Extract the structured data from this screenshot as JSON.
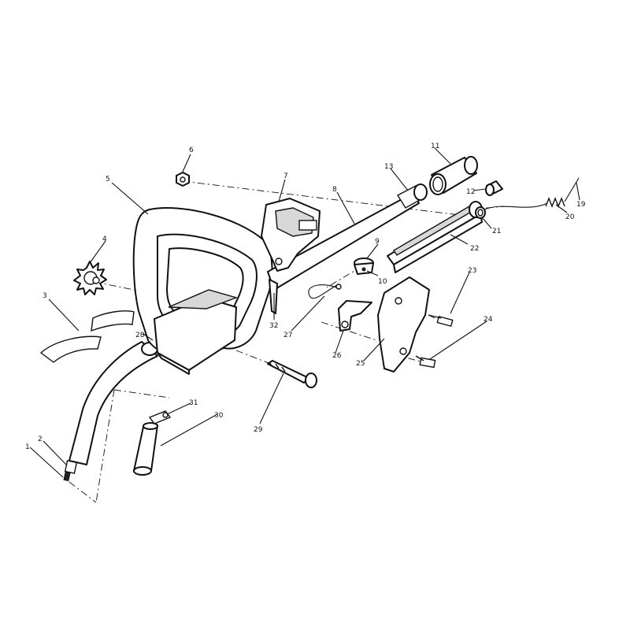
{
  "callouts": [
    {
      "id": "c1",
      "text": "1"
    },
    {
      "id": "c2",
      "text": "2"
    },
    {
      "id": "c3",
      "text": "3"
    },
    {
      "id": "c4",
      "text": "4"
    },
    {
      "id": "c5",
      "text": "5"
    },
    {
      "id": "c6",
      "text": "6"
    },
    {
      "id": "c7",
      "text": "7"
    },
    {
      "id": "c8",
      "text": "8"
    },
    {
      "id": "c9",
      "text": "9"
    },
    {
      "id": "c10",
      "text": "10"
    },
    {
      "id": "c11",
      "text": "11"
    },
    {
      "id": "c12",
      "text": "12"
    },
    {
      "id": "c13",
      "text": "13"
    },
    {
      "id": "c19",
      "text": "19"
    },
    {
      "id": "c20",
      "text": "20"
    },
    {
      "id": "c21",
      "text": "21"
    },
    {
      "id": "c22",
      "text": "22"
    },
    {
      "id": "c23",
      "text": "23"
    },
    {
      "id": "c24",
      "text": "24"
    },
    {
      "id": "c25",
      "text": "25"
    },
    {
      "id": "c26",
      "text": "26"
    },
    {
      "id": "c27",
      "text": "27"
    },
    {
      "id": "c28",
      "text": "28"
    },
    {
      "id": "c29",
      "text": "29"
    },
    {
      "id": "c30",
      "text": "30"
    },
    {
      "id": "c31",
      "text": "31"
    },
    {
      "id": "c32",
      "text": "32"
    }
  ]
}
